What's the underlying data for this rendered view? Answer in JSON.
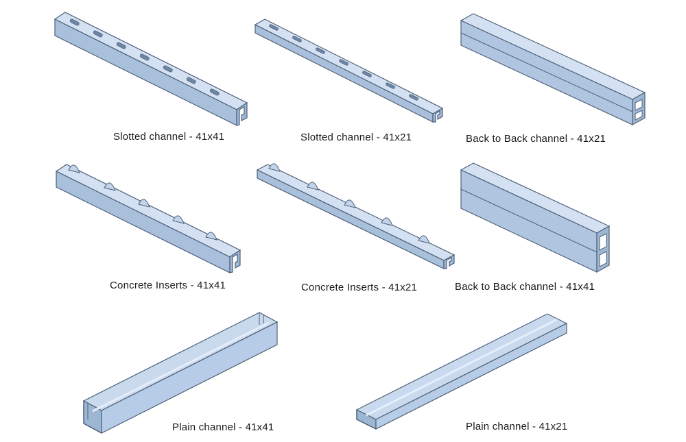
{
  "items": [
    {
      "id": "slotted-41x41",
      "label": "Slotted channel - 41x41"
    },
    {
      "id": "slotted-41x21",
      "label": "Slotted channel - 41x21"
    },
    {
      "id": "b2b-41x21",
      "label": "Back to Back channel - 41x21"
    },
    {
      "id": "concrete-41x41",
      "label": "Concrete Inserts - 41x41"
    },
    {
      "id": "concrete-41x21",
      "label": "Concrete Inserts - 41x21"
    },
    {
      "id": "b2b-41x41",
      "label": "Back to Back channel - 41x41"
    },
    {
      "id": "plain-41x41",
      "label": "Plain channel - 41x41"
    },
    {
      "id": "plain-41x21",
      "label": "Plain channel - 41x21"
    }
  ],
  "colors": {
    "face": "#b9cde6",
    "top": "#d3e1f2",
    "side": "#9db6d4",
    "edge": "#4f6078",
    "slot": "#6f87a6",
    "bg": "#ffffff"
  }
}
